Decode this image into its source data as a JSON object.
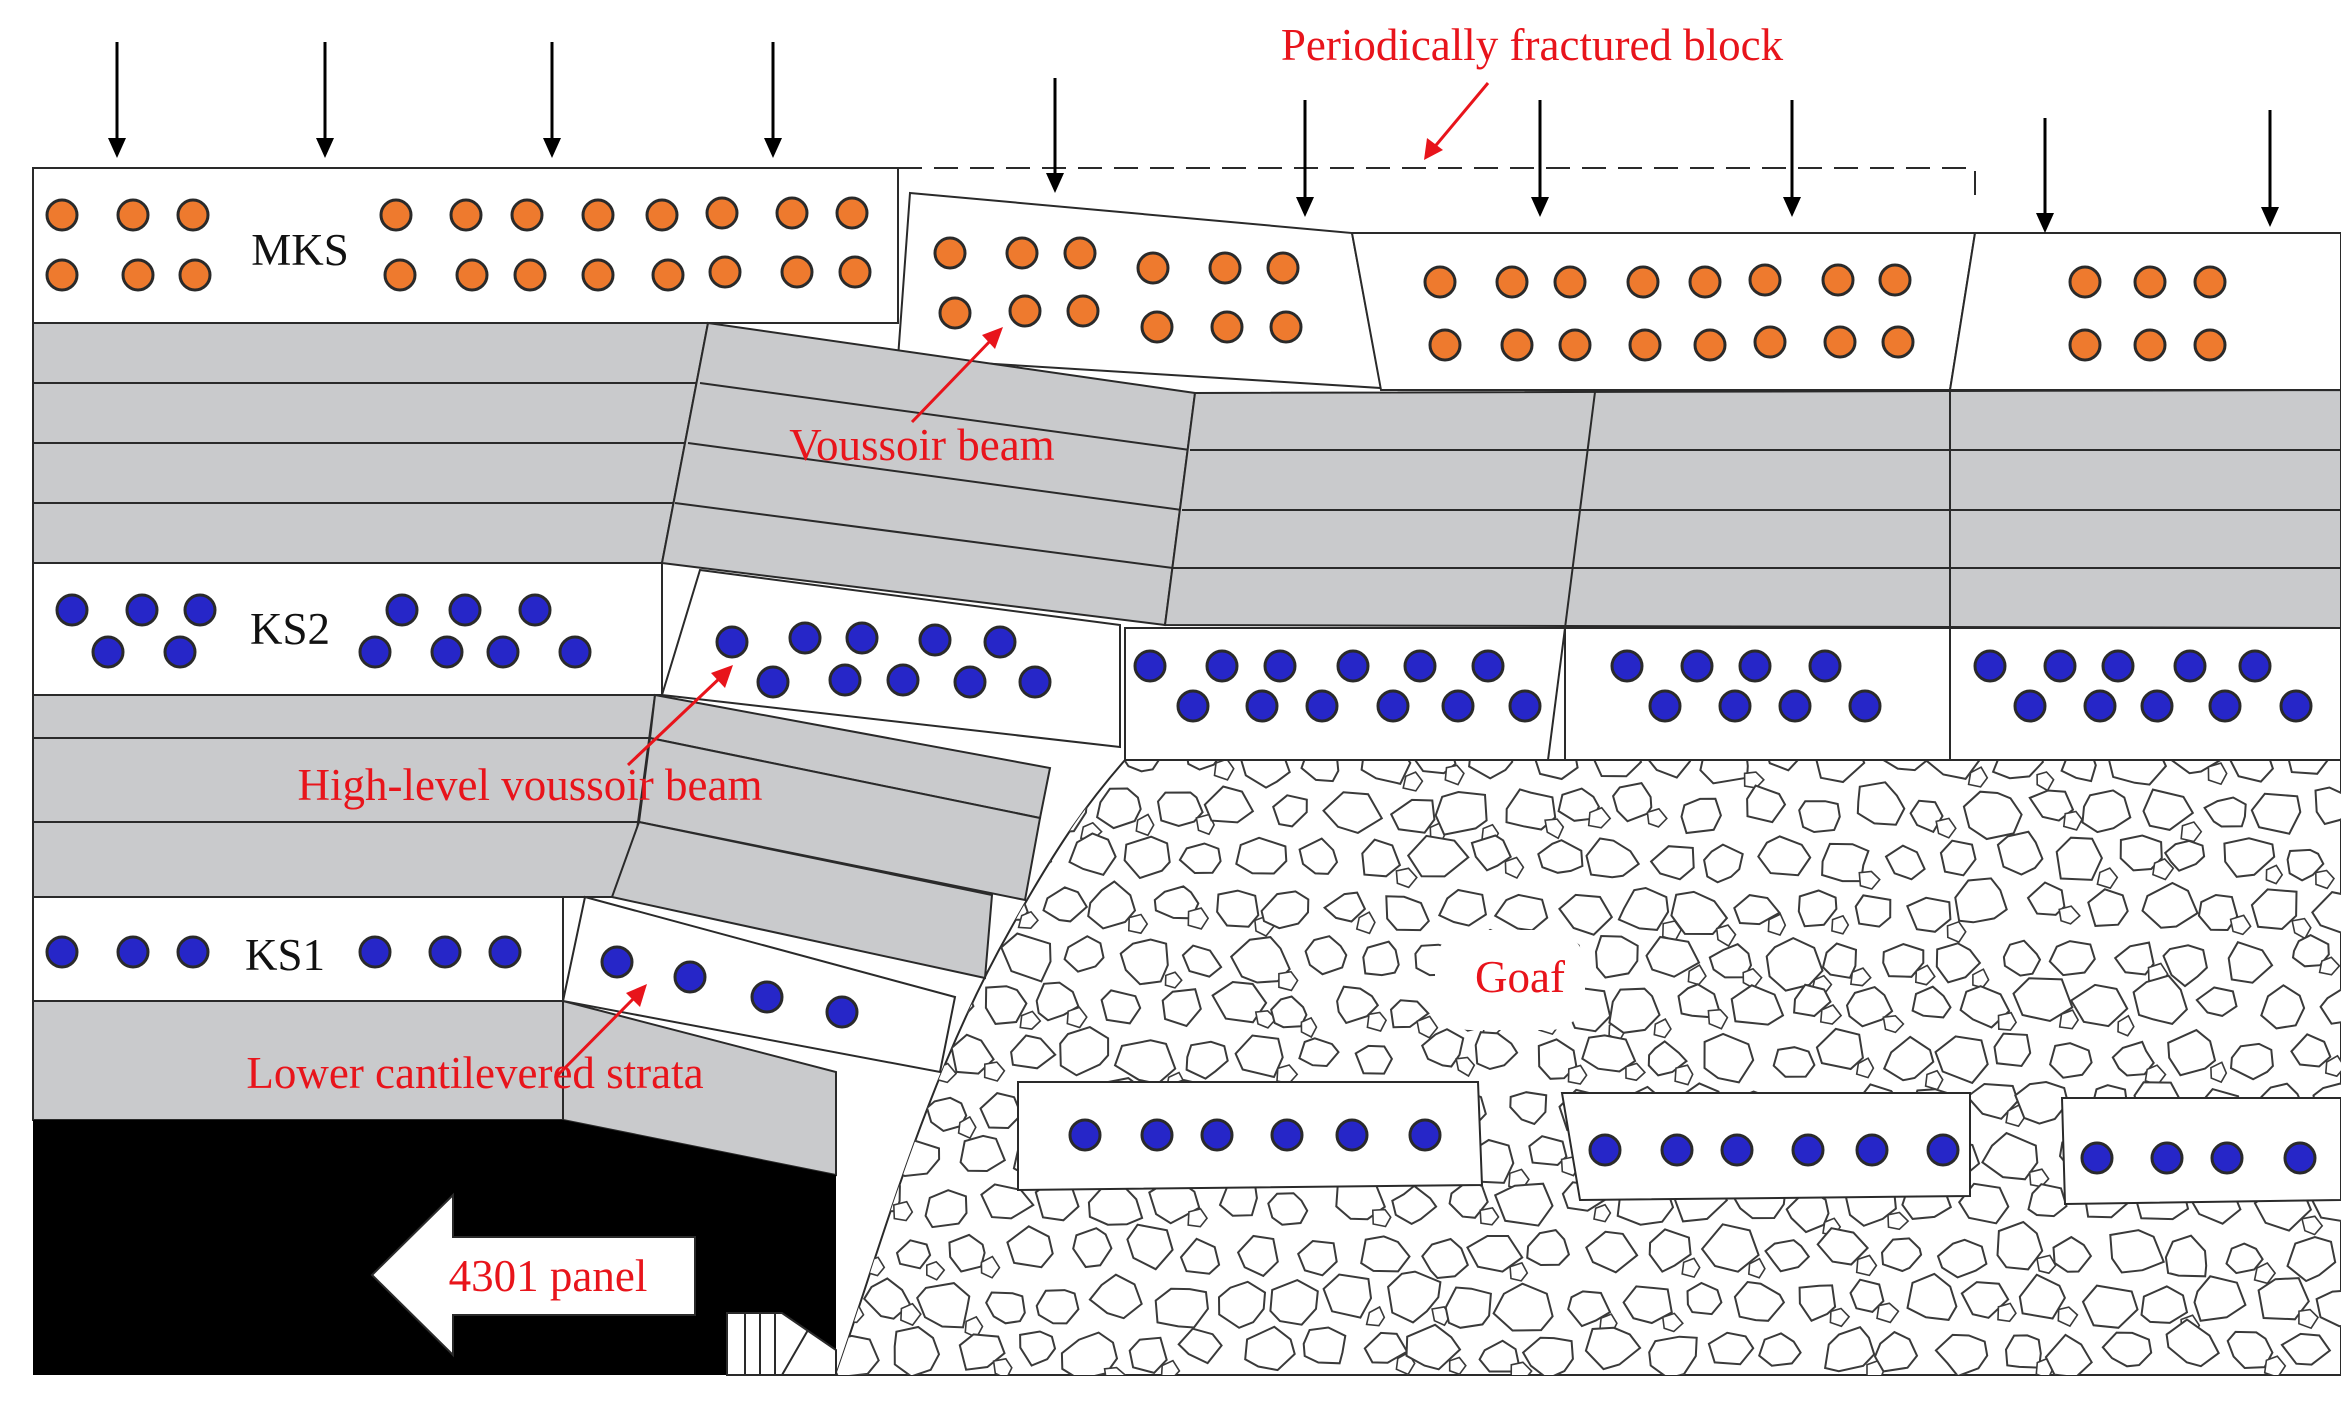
{
  "labels": {
    "mks": "MKS",
    "ks2": "KS2",
    "ks1": "KS1",
    "voussoir_beam": "Voussoir beam",
    "high_level_voussoir_beam": "High-level voussoir beam",
    "lower_cantilevered_strata": "Lower cantilevered strata",
    "periodically_fractured_block": "Periodically fractured block",
    "goaf": "Goaf",
    "panel": "4301 panel"
  },
  "colors": {
    "label_red": "#e8141b",
    "orange_marker": "#ee7a2e",
    "blue_marker": "#2626c8",
    "strata_gray": "#c9cacc",
    "outline": "#2a2a2a",
    "coal": "#000000"
  },
  "legend": {
    "orange_marker_icon": "orange-circle",
    "blue_marker_icon": "blue-circle",
    "load_arrow_icon": "down-arrow"
  }
}
